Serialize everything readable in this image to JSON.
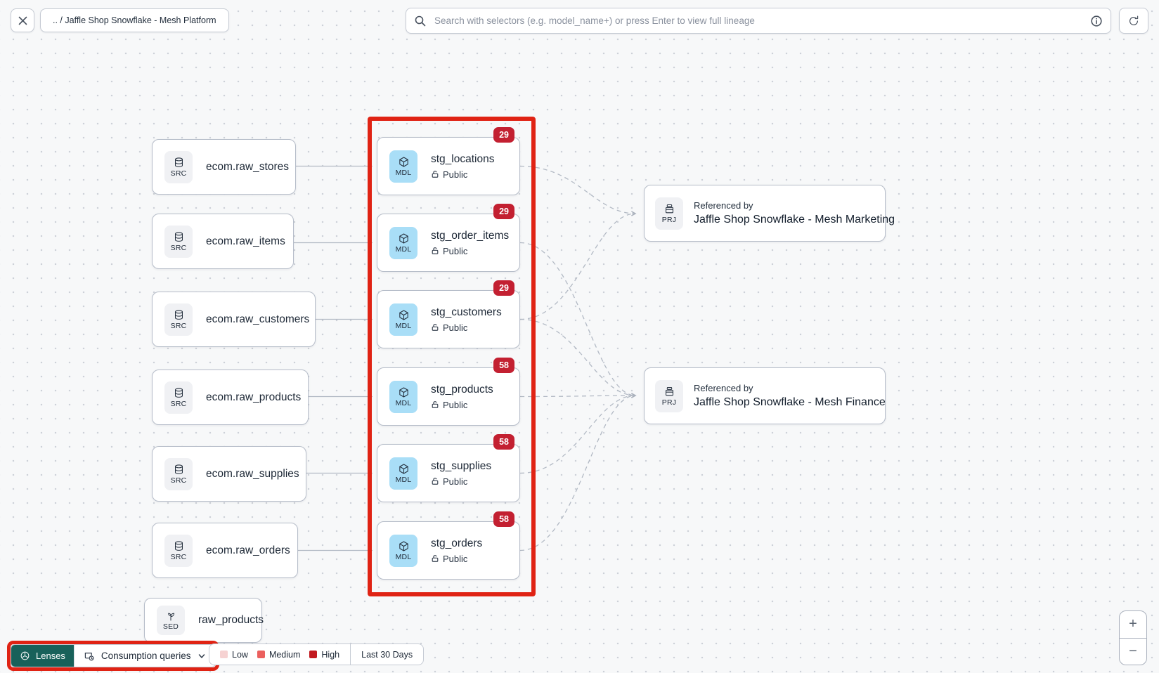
{
  "topbar": {
    "breadcrumb": "..  /  Jaffle Shop Snowflake - Mesh Platform",
    "search_placeholder": "Search with selectors (e.g. model_name+) or press Enter to view full lineage"
  },
  "graph": {
    "sources": [
      {
        "type": "SRC",
        "label": "ecom.raw_stores"
      },
      {
        "type": "SRC",
        "label": "ecom.raw_items"
      },
      {
        "type": "SRC",
        "label": "ecom.raw_customers"
      },
      {
        "type": "SRC",
        "label": "ecom.raw_products"
      },
      {
        "type": "SRC",
        "label": "ecom.raw_supplies"
      },
      {
        "type": "SRC",
        "label": "ecom.raw_orders"
      }
    ],
    "seed": {
      "type": "SED",
      "label": "raw_products"
    },
    "models": [
      {
        "type": "MDL",
        "label": "stg_locations",
        "access": "Public",
        "badge": "29"
      },
      {
        "type": "MDL",
        "label": "stg_order_items",
        "access": "Public",
        "badge": "29"
      },
      {
        "type": "MDL",
        "label": "stg_customers",
        "access": "Public",
        "badge": "29"
      },
      {
        "type": "MDL",
        "label": "stg_products",
        "access": "Public",
        "badge": "58"
      },
      {
        "type": "MDL",
        "label": "stg_supplies",
        "access": "Public",
        "badge": "58"
      },
      {
        "type": "MDL",
        "label": "stg_orders",
        "access": "Public",
        "badge": "58"
      }
    ],
    "projects": [
      {
        "type": "PRJ",
        "kicker": "Referenced by",
        "label": "Jaffle Shop Snowflake - Mesh Marketing"
      },
      {
        "type": "PRJ",
        "kicker": "Referenced by",
        "label": "Jaffle Shop Snowflake - Mesh Finance"
      }
    ],
    "source_model_edges": [
      {
        "from": "ecom.raw_stores",
        "to": "stg_locations"
      },
      {
        "from": "ecom.raw_items",
        "to": "stg_order_items"
      },
      {
        "from": "ecom.raw_customers",
        "to": "stg_customers"
      },
      {
        "from": "ecom.raw_products",
        "to": "stg_products"
      },
      {
        "from": "ecom.raw_supplies",
        "to": "stg_supplies"
      },
      {
        "from": "ecom.raw_orders",
        "to": "stg_orders"
      }
    ],
    "model_project_edges": [
      {
        "from": "stg_locations",
        "to": "Jaffle Shop Snowflake - Mesh Marketing"
      },
      {
        "from": "stg_customers",
        "to": "Jaffle Shop Snowflake - Mesh Marketing"
      },
      {
        "from": "stg_order_items",
        "to": "Jaffle Shop Snowflake - Mesh Finance"
      },
      {
        "from": "stg_customers",
        "to": "Jaffle Shop Snowflake - Mesh Finance"
      },
      {
        "from": "stg_products",
        "to": "Jaffle Shop Snowflake - Mesh Finance"
      },
      {
        "from": "stg_supplies",
        "to": "Jaffle Shop Snowflake - Mesh Finance"
      },
      {
        "from": "stg_orders",
        "to": "Jaffle Shop Snowflake - Mesh Finance"
      }
    ]
  },
  "lenses": {
    "button": "Lenses",
    "selected": "Consumption queries"
  },
  "legend": {
    "items": [
      {
        "label": "Low",
        "color": "#f6d2d2"
      },
      {
        "label": "Medium",
        "color": "#eb605e"
      },
      {
        "label": "High",
        "color": "#c2191f"
      }
    ],
    "period": "Last 30 Days"
  },
  "zoom_controls": {
    "zoom_in": "+",
    "zoom_out": "−"
  },
  "colors": {
    "selection_red": "#e02314",
    "badge_red": "#c32031",
    "lenses_teal": "#18615a",
    "model_tile_blue": "#a9def7",
    "edge_gray": "#b2b9c4"
  }
}
